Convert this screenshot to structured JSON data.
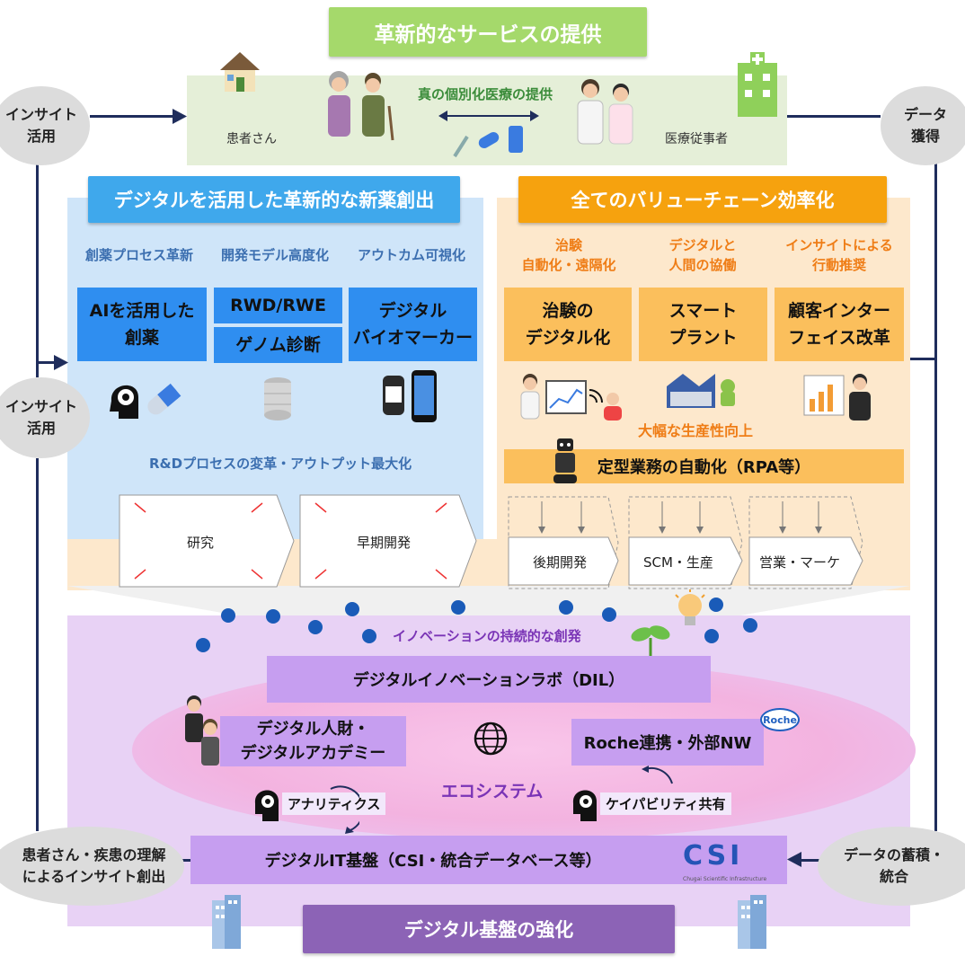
{
  "top": {
    "title": "革新的なサービスの提供",
    "center_text": "真の個別化医療の提供",
    "patient_label": "患者さん",
    "staff_label": "医療従事者"
  },
  "ovals": {
    "insight_top": "インサイト\n活用",
    "insight_mid": "インサイト\n活用",
    "data_acquire": "データ\n獲得",
    "patient_insight": "患者さん・疾患の理解\nによるインサイト創出",
    "data_store": "データの蓄積・\n統合"
  },
  "left": {
    "title": "デジタルを活用した革新的な新薬創出",
    "col_headers": [
      "創薬プロセス革新",
      "開発モデル高度化",
      "アウトカム可視化"
    ],
    "box_ai": "AIを活用した\n創薬",
    "box_rwd": "RWD/RWE",
    "box_genome": "ゲノム診断",
    "box_biomarker": "デジタル\nバイオマーカー",
    "rd_text": "R&Dプロセスの変革・アウトプット最大化",
    "arrow_research": "研究",
    "arrow_early": "早期開発"
  },
  "right": {
    "title": "全てのバリューチェーン効率化",
    "col_headers": [
      "治験\n自動化・遠隔化",
      "デジタルと\n人間の協働",
      "インサイトによる\n行動推奨"
    ],
    "box_trial": "治験の\nデジタル化",
    "box_smart": "スマート\nプラント",
    "box_customer": "顧客インター\nフェイス改革",
    "productivity": "大幅な生産性向上",
    "rpa": "定型業務の自動化（RPA等）",
    "arrow_late": "後期開発",
    "arrow_scm": "SCM・生産",
    "arrow_sales": "営業・マーケ"
  },
  "bottom": {
    "innovation_text": "イノベーションの持続的な創発",
    "dil": "デジタルイノベーションラボ（DIL）",
    "talent": "デジタル人財・\nデジタルアカデミー",
    "roche_nw": "Roche連携・外部NW",
    "roche_logo": "Roche",
    "ecosystem": "エコシステム",
    "analytics": "アナリティクス",
    "capability": "ケイパビリティ共有",
    "it_base": "デジタルIT基盤（CSI・統合データベース等）",
    "csi_logo": "CSI",
    "csi_sub": "Chugai Scientific Infrastructure",
    "title": "デジタル基盤の強化"
  },
  "colors": {
    "green": "#a5d96b",
    "blue": "#3fa8ec",
    "orange": "#f6a20e",
    "purple": "#8c63b6",
    "navy": "#1f2d5c"
  }
}
